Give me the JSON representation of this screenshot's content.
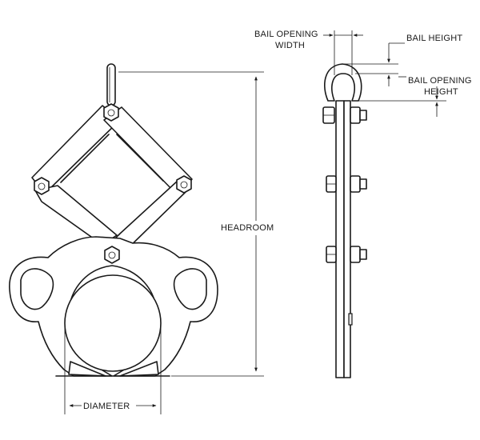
{
  "diagram": {
    "labels": {
      "bail_opening_width_line1": "BAIL OPENING",
      "bail_opening_width_line2": "WIDTH",
      "bail_height": "BAIL HEIGHT",
      "bail_opening_height_line1": "BAIL OPENING",
      "bail_opening_height_line2": "HEIGHT",
      "headroom": "HEADROOM",
      "diameter": "DIAMETER"
    }
  }
}
